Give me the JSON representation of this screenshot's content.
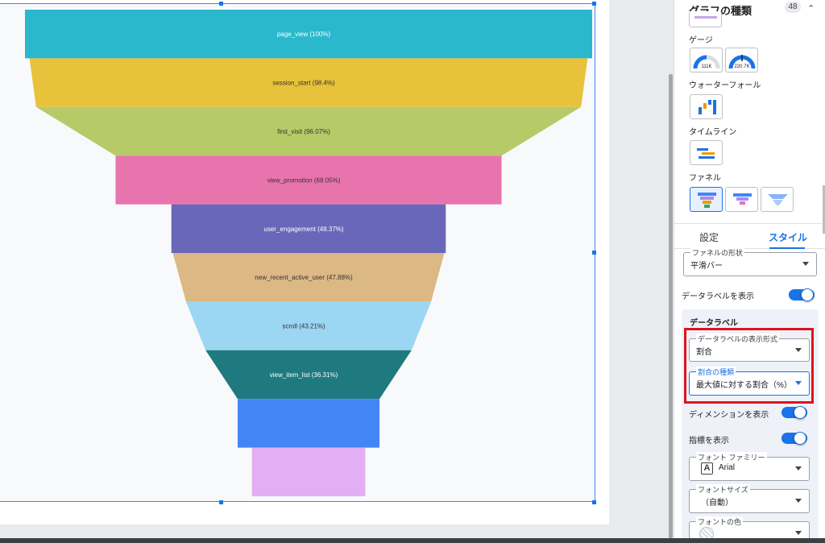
{
  "chart_data": {
    "type": "funnel",
    "categories": [
      "page_view",
      "session_start",
      "first_visit",
      "view_promotion",
      "user_engagement",
      "new_recent_active_user",
      "scroll",
      "view_item_list",
      "",
      ""
    ],
    "labels": [
      "page_view (100%)",
      "session_start (98.4%)",
      "first_visit (96.07%)",
      "view_promotion (68.05%)",
      "user_engagement (48.37%)",
      "new_recent_active_user (47.88%)",
      "scroll (43.21%)",
      "view_item_list (36.31%)",
      "",
      ""
    ],
    "values": [
      100,
      98.4,
      96.07,
      68.05,
      48.37,
      47.88,
      43.21,
      36.31,
      25,
      20
    ],
    "colors": [
      "#2ab8cc",
      "#e8c23a",
      "#b7ca67",
      "#e874ad",
      "#6867b9",
      "#dbb884",
      "#9bd6f2",
      "#1e7a7e",
      "#4285f4",
      "#e3aef3"
    ],
    "label_colors": [
      "#ffffff",
      "#333333",
      "#333333",
      "#333333",
      "#ffffff",
      "#333333",
      "#333333",
      "#ffffff",
      "#ffffff",
      "#333333"
    ]
  },
  "panel": {
    "title": "グラフの種類",
    "count": "48",
    "sections": {
      "gauge": "ゲージ",
      "waterfall": "ウォーターフォール",
      "timeline": "タイムライン",
      "funnel": "ファネル"
    },
    "gauge_values": [
      "111K",
      "220.7K"
    ],
    "tabs": {
      "setup": "設定",
      "style": "スタイル"
    },
    "funnel_shape": {
      "legend": "ファネルの形状",
      "value": "平滑バー"
    },
    "show_data_labels": "データラベルを表示",
    "data_labels_group": "データラベル",
    "label_format": {
      "legend": "データラベルの表示形式",
      "value": "割合"
    },
    "percent_type": {
      "legend": "割合の種類",
      "value": "最大値に対する割合（%）"
    },
    "show_dimension": "ディメンションを表示",
    "show_metric": "指標を表示",
    "font_family": {
      "legend": "フォント ファミリー",
      "value": "Arial",
      "icon_letter": "A"
    },
    "font_size": {
      "legend": "フォントサイズ",
      "value": "（自動）"
    },
    "font_color": {
      "legend": "フォントの色"
    }
  },
  "colors": {
    "accent": "#1a73e8",
    "highlight": "#e0121f"
  }
}
